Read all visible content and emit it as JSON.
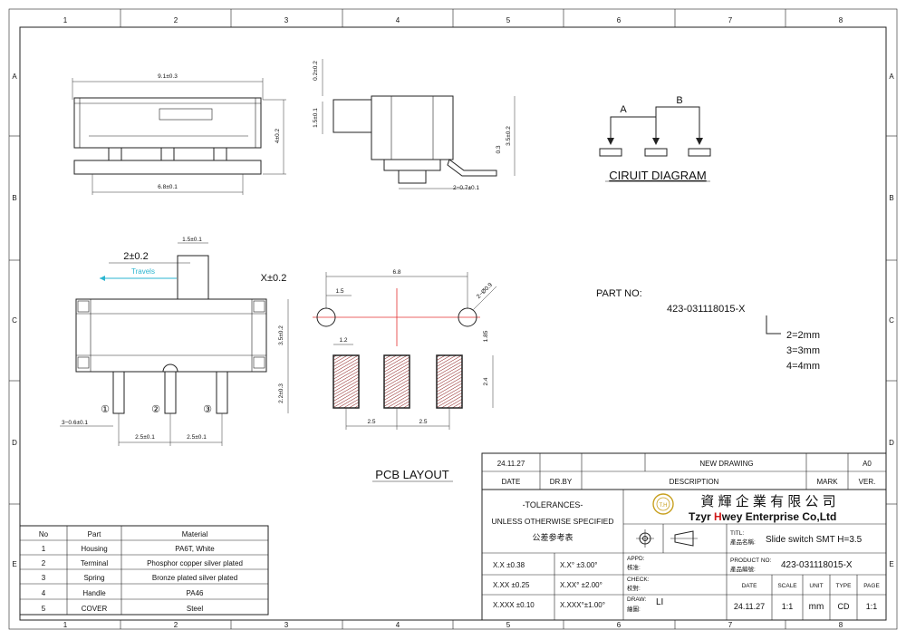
{
  "grid": {
    "columns": [
      "1",
      "2",
      "3",
      "4",
      "5",
      "6",
      "7",
      "8"
    ],
    "rows": [
      "A",
      "B",
      "C",
      "D",
      "E"
    ]
  },
  "views": {
    "top": {
      "width_dim": "9.1±0.3",
      "length_dim": "6.8±0.1",
      "height_dim": "4±0.2"
    },
    "side": {
      "top_dim": "0.2±0.2",
      "handle_dim": "1.5±0.1",
      "pitch_dim": "2−0.7±0.1",
      "offset_dim": "0.3",
      "height_dim": "3.5±0.2"
    },
    "front": {
      "travel_dim": "2±0.2",
      "handle_width_dim": "1.5±0.1",
      "travel_label": "Travels",
      "handle_pos_dim": "X±0.2",
      "body_height_dim": "3.5±0.2",
      "pin_length_dim": "2.2±0.3",
      "edge_dim": "3−0.6±0.1",
      "pitch_dim_1": "2.5±0.1",
      "pitch_dim_2": "2.5±0.1",
      "pin_1": "①",
      "pin_2": "②",
      "pin_3": "③"
    },
    "pcb": {
      "span_dim": "6.8",
      "hole_dim": "1.5",
      "hole_dia_dim": "2−Ø0.9",
      "pad_width_dim": "1.2",
      "pad_offset_dim": "1.85",
      "pad_height_dim": "2.4",
      "pad_pitch_1": "2.5",
      "pad_pitch_2": "2.5",
      "caption": "PCB LAYOUT"
    }
  },
  "circuit": {
    "label_a": "A",
    "label_b": "B",
    "caption": "CIRUIT DIAGRAM"
  },
  "part_no": {
    "label": "PART NO:",
    "number": "423-031118015-X",
    "options": [
      "2=2mm",
      "3=3mm",
      "4=4mm"
    ]
  },
  "materials": {
    "headers": [
      "No",
      "Part",
      "Material"
    ],
    "rows": [
      [
        "1",
        "Housing",
        "PA6T, White"
      ],
      [
        "2",
        "Terminal",
        "Phosphor copper silver plated"
      ],
      [
        "3",
        "Spring",
        "Bronze plated silver plated"
      ],
      [
        "4",
        "Handle",
        "PA46"
      ],
      [
        "5",
        "COVER",
        "Steel"
      ]
    ]
  },
  "revision": {
    "date": "24.11.27",
    "description": "NEW  DRAWING",
    "version": "A0",
    "headers": [
      "DATE",
      "DR.BY",
      "DESCRIPTION",
      "MARK",
      "VER."
    ]
  },
  "tolerances": {
    "title": "-TOLERANCES-",
    "subtitle": "UNLESS OTHERWISE SPECIFIED",
    "chinese": "公差参考表",
    "rows": [
      [
        "X.X  ±0.38",
        "X.X°  ±3.00°"
      ],
      [
        "X.XX  ±0.25",
        "X.XX°  ±2.00°"
      ],
      [
        "X.XXX  ±0.10",
        "X.XXX°±1.00°"
      ]
    ]
  },
  "company": {
    "name_cn": "資 輝 企 業 有 限 公 司",
    "name_en_1": "Tzyr ",
    "name_en_2": "H",
    "name_en_3": "wey Enterprise Co,Ltd",
    "logo_text": "T.H"
  },
  "title_block": {
    "title_label": "TITL:",
    "title_label_cn": "產品名稱:",
    "title_value": "Slide switch  SMT H=3.5",
    "product_label": "PRODUCT NO:",
    "product_label_cn": "產品編號:",
    "product_value": "423-031118015-X",
    "appd_label": "APPD:",
    "appd_cn": "核准:",
    "check_label": "CHECK:",
    "check_cn": "校對:",
    "draw_label": "DRAW:",
    "draw_cn": "繪圖:",
    "draw_value": "LI",
    "footer_headers": [
      "DATE",
      "SCALE",
      "UNIT",
      "TYPE",
      "PAGE"
    ],
    "footer_values": [
      "24.11.27",
      "1:1",
      "mm",
      "CD",
      "1:1"
    ]
  },
  "colors": {
    "accent_red": "#e53030",
    "travel_cyan": "#2bb5d0",
    "brand_gold": "#c8a020",
    "brand_red": "#d01818"
  }
}
